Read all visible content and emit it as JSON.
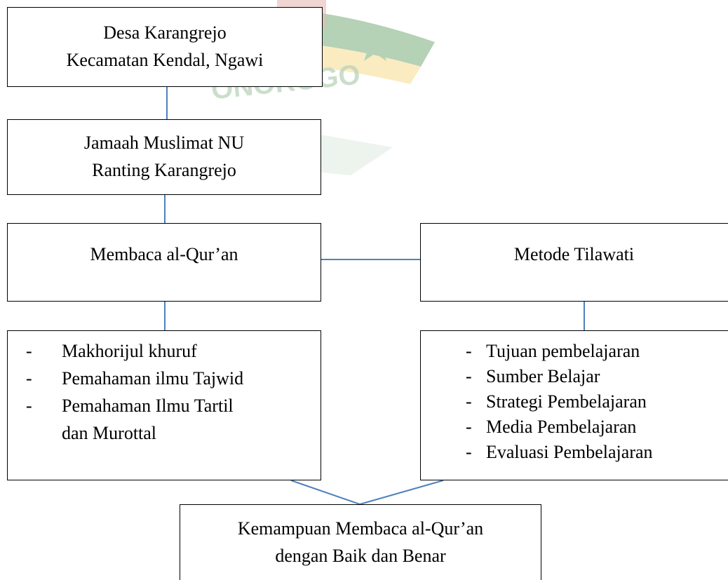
{
  "colors": {
    "connector": "#4f81bd",
    "box_border": "#000000",
    "watermark_green": "#2e7d32",
    "watermark_gold": "#f2c94c"
  },
  "watermark": {
    "text": "ONOROGO"
  },
  "boxes": {
    "desa": {
      "line1": "Desa Karangrejo",
      "line2": "Kecamatan Kendal, Ngawi"
    },
    "jamaah": {
      "line1": "Jamaah Muslimat NU",
      "line2": "Ranting Karangrejo"
    },
    "membaca": {
      "label": "Membaca al-Qur’an"
    },
    "metode": {
      "label": "Metode Tilawati"
    },
    "left_list": {
      "bullet": "-",
      "items": [
        "Makhorijul khuruf",
        "Pemahaman ilmu Tajwid",
        "Pemahaman Ilmu Tartil dan Murottal"
      ]
    },
    "right_list": {
      "bullet": "-",
      "items": [
        "Tujuan pembelajaran",
        "Sumber Belajar",
        "Strategi Pembelajaran",
        "Media Pembelajaran",
        "Evaluasi Pembelajaran"
      ]
    },
    "kemampuan": {
      "line1": "Kemampuan Membaca al-Qur’an",
      "line2": "dengan Baik dan Benar"
    }
  }
}
